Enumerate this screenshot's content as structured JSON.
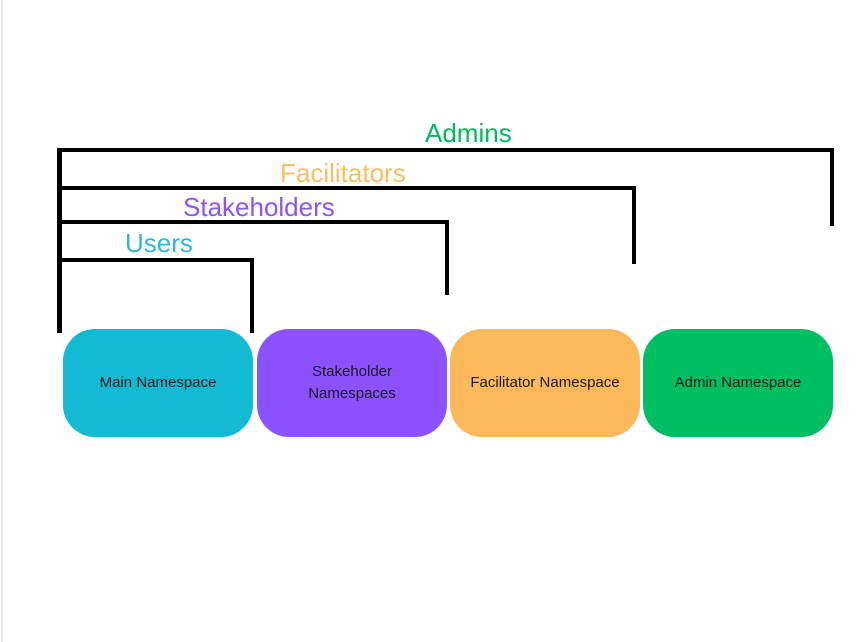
{
  "diagram": {
    "background": "#ffffff",
    "canvas_edge_color": "#e2e5ea",
    "bracket_line_color": "#000000",
    "brackets": [
      {
        "id": "admins",
        "label": "Admins",
        "color": "#00BA5C"
      },
      {
        "id": "facilitators",
        "label": "Facilitators",
        "color": "#FBBD5F"
      },
      {
        "id": "stakeholders",
        "label": "Stakeholders",
        "color": "#8C52FF"
      },
      {
        "id": "users",
        "label": "Users",
        "color": "#2CB9DA"
      }
    ],
    "namespaces": [
      {
        "id": "main",
        "label": "Main Namespace",
        "fill": "#12BAD4",
        "text_color": "#1A1A1A"
      },
      {
        "id": "stakeholder",
        "label": "Stakeholder Namespaces",
        "fill": "#8C52FF",
        "text_color": "#1A1A1A"
      },
      {
        "id": "facilitator",
        "label": "Facilitator Namespace",
        "fill": "#FBB95C",
        "text_color": "#1A1A1A"
      },
      {
        "id": "admin",
        "label": "Admin Namespace",
        "fill": "#00BE62",
        "text_color": "#1A1A1A"
      }
    ]
  }
}
